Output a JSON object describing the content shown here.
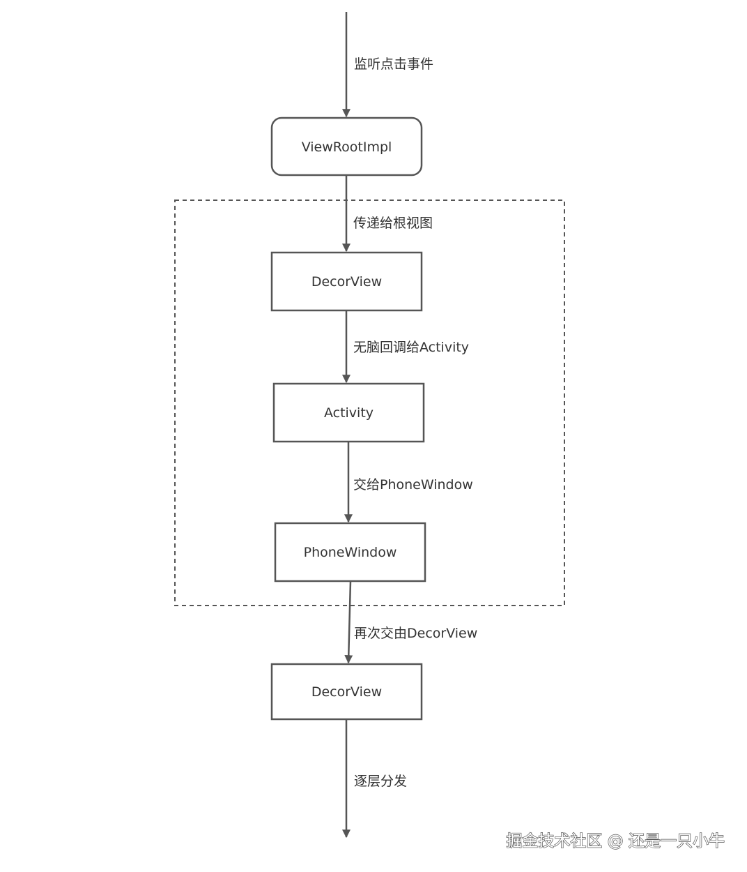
{
  "nodes": {
    "view_root_impl": "ViewRootImpl",
    "decor_view_top": "DecorView",
    "activity": "Activity",
    "phone_window": "PhoneWindow",
    "decor_view_bottom": "DecorView"
  },
  "edges": {
    "listen_click": "监听点击事件",
    "pass_to_root": "传递给根视图",
    "callback_activity": "无脑回调给Activity",
    "to_phone_window": "交给PhoneWindow",
    "back_to_decor": "再次交由DecorView",
    "dispatch": "逐层分发"
  },
  "watermark": "掘金技术社区 @ 还是一只小牛"
}
